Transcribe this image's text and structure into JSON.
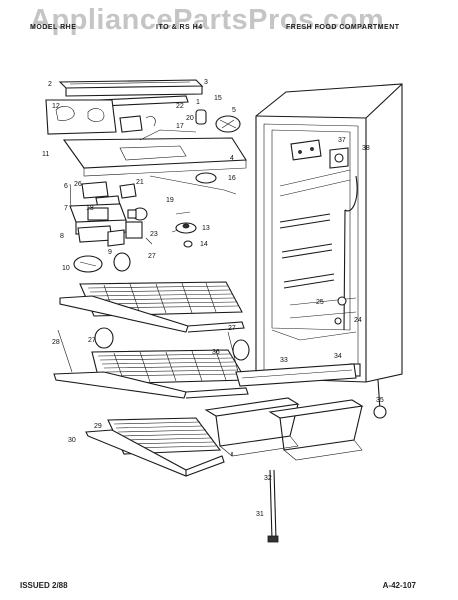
{
  "header": {
    "left": "MODEL RHE",
    "mid": "ITO & RS H4",
    "right": "FRESH FOOD COMPARTMENT",
    "watermark": "AppliancePartsPros.com"
  },
  "footer": {
    "issued": "ISSUED 2/88",
    "code": "A-42-107"
  },
  "callouts": [
    "1",
    "2",
    "3",
    "4",
    "5",
    "6",
    "7",
    "8",
    "9",
    "10",
    "11",
    "12",
    "13",
    "14",
    "15",
    "16",
    "17",
    "18",
    "19",
    "20",
    "21",
    "22",
    "23",
    "24",
    "25",
    "26",
    "27",
    "27",
    "27",
    "28",
    "29",
    "30",
    "31",
    "32",
    "33",
    "34",
    "35",
    "36",
    "37",
    "38"
  ]
}
